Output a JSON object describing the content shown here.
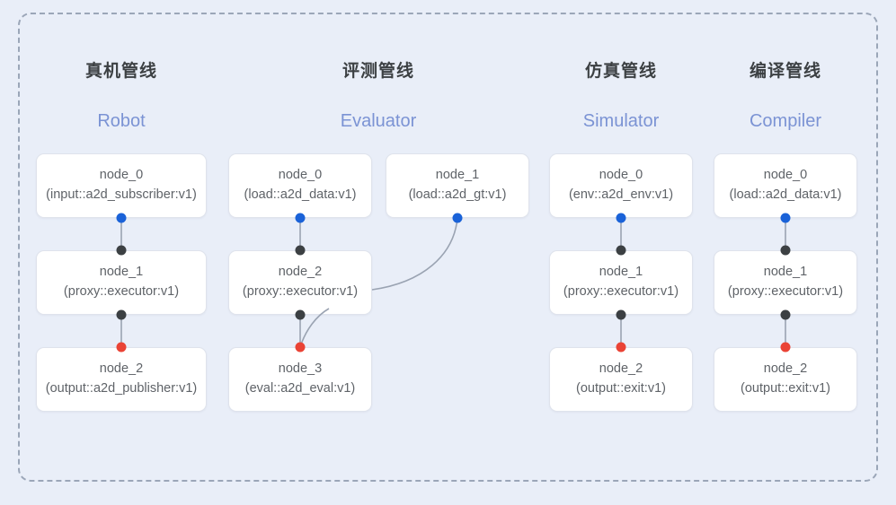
{
  "diagram": {
    "background_color": "#e9eef8",
    "frame_border_color": "#9ba6b8",
    "node_fill": "#ffffff",
    "node_border": "#dfe3ec",
    "accent_subtitle_color": "#7b93d4",
    "port_colors": {
      "output_blue": "#1a62d8",
      "input_black": "#3c4043",
      "output_red": "#ea4335"
    },
    "wire_color": "#9aa3b2"
  },
  "columns": [
    {
      "id": "robot",
      "title": "真机管线",
      "subtitle": "Robot",
      "nodes": [
        {
          "id": "robot-node-0",
          "name": "node_0",
          "spec": "(input::a2d_subscriber:v1)"
        },
        {
          "id": "robot-node-1",
          "name": "node_1",
          "spec": "(proxy::executor:v1)"
        },
        {
          "id": "robot-node-2",
          "name": "node_2",
          "spec": "(output::a2d_publisher:v1)"
        }
      ]
    },
    {
      "id": "evaluator",
      "title": "评测管线",
      "subtitle": "Evaluator",
      "nodes": [
        {
          "id": "eval-node-0",
          "name": "node_0",
          "spec": "(load::a2d_data:v1)"
        },
        {
          "id": "eval-node-1",
          "name": "node_1",
          "spec": "(load::a2d_gt:v1)"
        },
        {
          "id": "eval-node-2",
          "name": "node_2",
          "spec": "(proxy::executor:v1)"
        },
        {
          "id": "eval-node-3",
          "name": "node_3",
          "spec": "(eval::a2d_eval:v1)"
        }
      ]
    },
    {
      "id": "simulator",
      "title": "仿真管线",
      "subtitle": "Simulator",
      "nodes": [
        {
          "id": "sim-node-0",
          "name": "node_0",
          "spec": "(env::a2d_env:v1)"
        },
        {
          "id": "sim-node-1",
          "name": "node_1",
          "spec": "(proxy::executor:v1)"
        },
        {
          "id": "sim-node-2",
          "name": "node_2",
          "spec": "(output::exit:v1)"
        }
      ]
    },
    {
      "id": "compiler",
      "title": "编译管线",
      "subtitle": "Compiler",
      "nodes": [
        {
          "id": "comp-node-0",
          "name": "node_0",
          "spec": "(load::a2d_data:v1)"
        },
        {
          "id": "comp-node-1",
          "name": "node_1",
          "spec": "(proxy::executor:v1)"
        },
        {
          "id": "comp-node-2",
          "name": "node_2",
          "spec": "(output::exit:v1)"
        }
      ]
    }
  ]
}
